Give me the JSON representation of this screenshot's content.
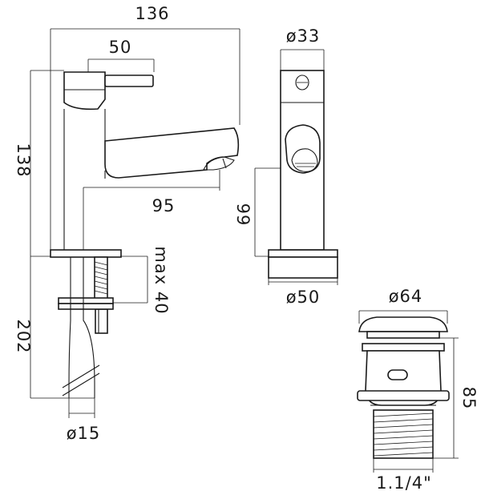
{
  "drawing": {
    "dimensions": {
      "overall_width": "136",
      "lever_length": "50",
      "overall_height": "138",
      "spout_reach": "95",
      "under_spout_height": "99",
      "max_deck_thickness": "max 40",
      "total_height": "202",
      "tail_diameter": "ø15",
      "body_diameter": "ø33",
      "base_diameter": "ø50",
      "waste_head_diameter": "ø64",
      "waste_height": "85",
      "waste_thread": "1.1/4\""
    }
  }
}
